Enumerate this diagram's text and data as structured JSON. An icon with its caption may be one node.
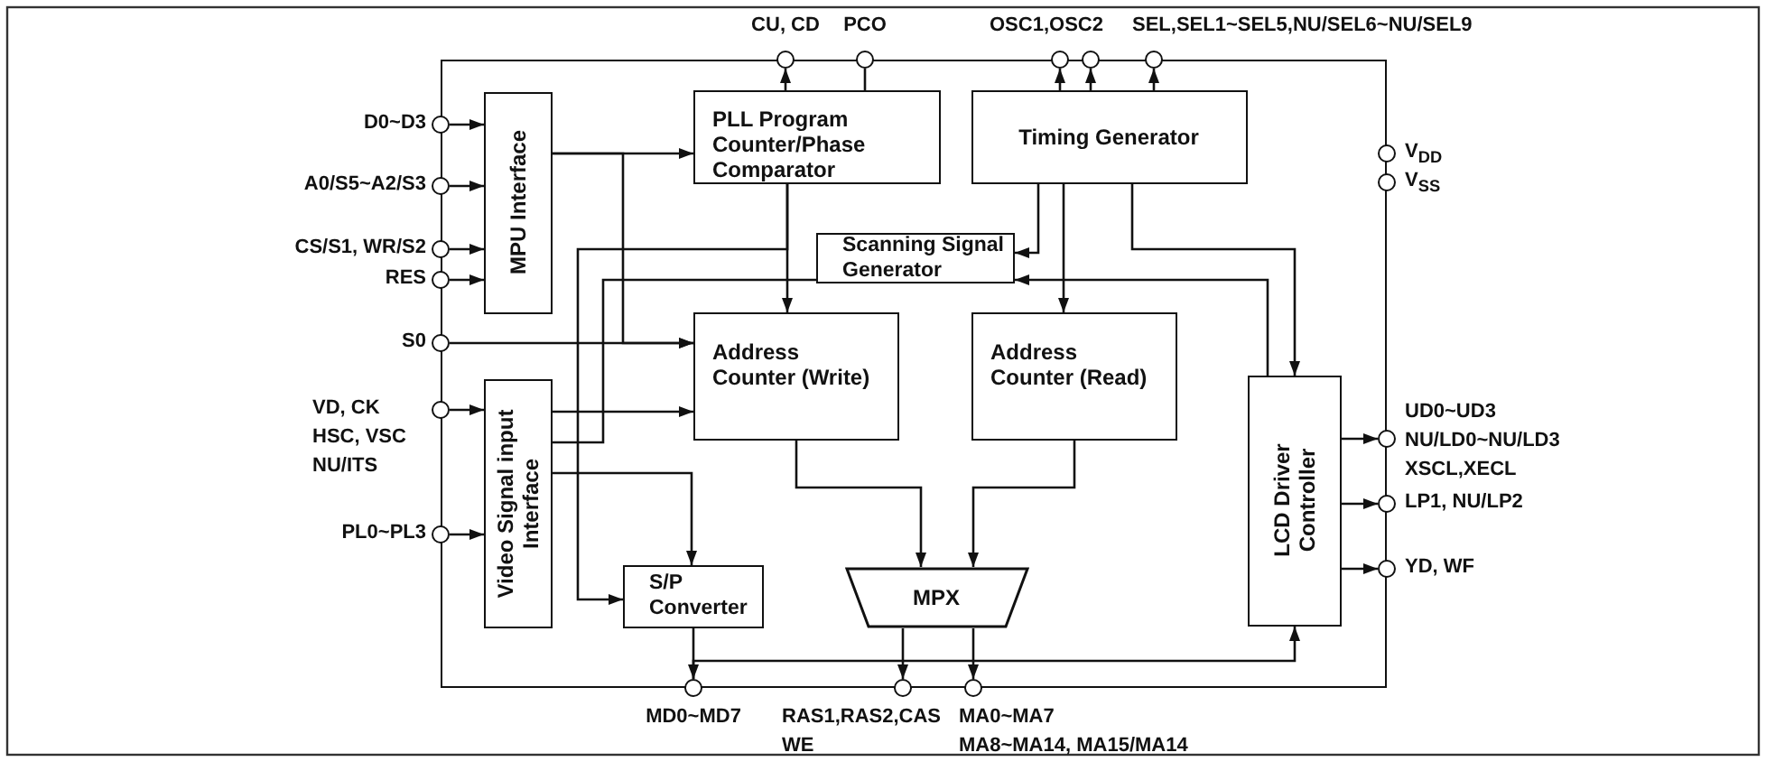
{
  "diagram": {
    "nodes": [
      {
        "text": [],
        "shape": "box"
      },
      {
        "text": [],
        "shape": "circle",
        "beside": [
          "CU, CD"
        ]
      },
      {
        "text": [],
        "shape": "circle",
        "beside": [
          "PCO"
        ]
      },
      {
        "text": [],
        "shape": "circle",
        "beside": [
          "OSC1,OSC2"
        ]
      },
      {
        "text": [],
        "shape": "circle"
      },
      {
        "text": [],
        "shape": "circle",
        "beside": [
          "SEL,SEL1~SEL5,NU/SEL6~NU/SEL9"
        ]
      },
      {
        "text": [],
        "shape": "circle",
        "beside": [
          "D0~D3"
        ]
      },
      {
        "text": [
          "MPU Interface"
        ],
        "in": 0
      },
      {
        "text": [
          "PLL Program Counter/Phase Comparator"
        ],
        "in": 0
      },
      {
        "text": [
          "Timing Generator"
        ],
        "in": 0
      },
      {
        "text": [],
        "shape": "circle",
        "beside": [
          "V$_{DD}$"
        ]
      },
      {
        "text": [],
        "shape": "circle",
        "beside": [
          "V$_{SS}$"
        ]
      },
      {
        "text": [],
        "shape": "circle",
        "beside": [
          "A0/S5~A2/S3"
        ]
      },
      {
        "text": [
          "Scanning Signal Generator"
        ],
        "in": 0
      },
      {
        "text": [],
        "shape": "circle",
        "beside": [
          "CS/S1, WR/S2"
        ]
      },
      {
        "text": [],
        "shape": "circle",
        "beside": [
          "RES"
        ]
      },
      {
        "text": [],
        "shape": "circle",
        "beside": [
          "S0"
        ]
      },
      {
        "text": [
          "Address Counter (Write)"
        ],
        "in": 0
      },
      {
        "text": [
          "Address Counter (Read)"
        ],
        "in": 0
      },
      {
        "text": [],
        "shape": "circle",
        "beside": [
          "VD, CK",
          "HSC, VSC",
          "NU/ITS"
        ]
      },
      {
        "text": [
          "Video Signal input Interface"
        ],
        "in": 0
      },
      {
        "text": [
          "LCD Driver Controller"
        ],
        "in": 0
      },
      {
        "text": [],
        "shape": "circle",
        "beside": [
          "UD0~UD3",
          "NU/LD0~NU/LD3",
          "XSCL,XECL"
        ]
      },
      {
        "text": [],
        "shape": "circle",
        "beside": [
          "LP1, NU/LP2"
        ]
      },
      {
        "text": [],
        "shape": "circle",
        "beside": [
          "PL0~PL3"
        ]
      },
      {
        "text": [],
        "shape": "circle",
        "beside": [
          "YD, WF"
        ]
      },
      {
        "text": [
          "S/P Converter"
        ],
        "in": 0
      },
      {
        "text": [
          "MPX"
        ],
        "in": 0
      },
      {
        "text": [],
        "shape": "circle",
        "beside": [
          "MD0~MD7"
        ]
      },
      {
        "text": [],
        "shape": "circle",
        "beside": [
          "RAS1,RAS2,CAS",
          "WE"
        ]
      },
      {
        "text": [],
        "shape": "circle",
        "beside": [
          "MA0~MA7",
          "MA8~MA14, MA15/MA14"
        ]
      }
    ],
    "edges": [
      {
        "from": 6,
        "to": 7,
        "arrow": "to"
      },
      {
        "from": 12,
        "to": 7,
        "arrow": "to"
      },
      {
        "from": 14,
        "to": 7,
        "arrow": "to"
      },
      {
        "from": 15,
        "to": 7,
        "arrow": "to"
      },
      {
        "from": 7,
        "to": 8,
        "arrow": "to"
      },
      {
        "from": 7,
        "to": 17,
        "arrow": "to"
      },
      {
        "from": 16,
        "to": 17,
        "arrow": "to"
      },
      {
        "from": 8,
        "to": 1,
        "arrow": "to"
      },
      {
        "from": 8,
        "to": 2,
        "arrow": "none"
      },
      {
        "from": 9,
        "to": 3,
        "arrow": "to"
      },
      {
        "from": 9,
        "to": 4,
        "arrow": "to"
      },
      {
        "from": 9,
        "to": 5,
        "arrow": "to"
      },
      {
        "from": 8,
        "to": 17,
        "arrow": "to"
      },
      {
        "from": 9,
        "to": 13,
        "arrow": "to"
      },
      {
        "from": 9,
        "to": 18,
        "arrow": "to"
      },
      {
        "from": 9,
        "to": 21,
        "arrow": "to"
      },
      {
        "from": 21,
        "to": 13,
        "arrow": "to"
      },
      {
        "from": 8,
        "to": 26,
        "arrow": "to"
      },
      {
        "from": 13,
        "to": 20,
        "arrow": "none"
      },
      {
        "from": 20,
        "to": 17,
        "arrow": "to"
      },
      {
        "from": 20,
        "to": 26,
        "arrow": "to"
      },
      {
        "from": 17,
        "to": 27,
        "arrow": "to"
      },
      {
        "from": 18,
        "to": 27,
        "arrow": "to"
      },
      {
        "from": 26,
        "to": 28,
        "arrow": "to"
      },
      {
        "from": 27,
        "to": 29,
        "arrow": "to"
      },
      {
        "from": 27,
        "to": 30,
        "arrow": "to"
      },
      {
        "from": 28,
        "to": 21,
        "arrow": "to"
      },
      {
        "from": 21,
        "to": 22,
        "arrow": "to"
      },
      {
        "from": 21,
        "to": 23,
        "arrow": "to"
      },
      {
        "from": 21,
        "to": 25,
        "arrow": "to"
      },
      {
        "from": 19,
        "to": 20,
        "arrow": "to"
      },
      {
        "from": 24,
        "to": 20,
        "arrow": "to"
      }
    ]
  }
}
